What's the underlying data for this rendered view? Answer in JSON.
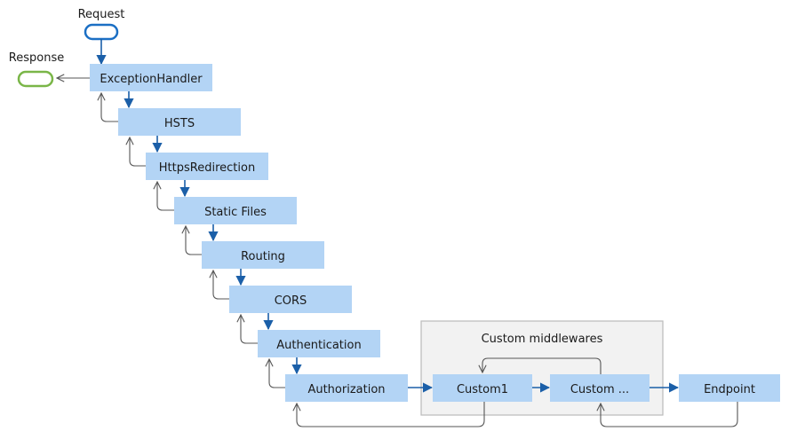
{
  "diagram": {
    "request_label": "Request",
    "response_label": "Response",
    "pipeline": [
      "ExceptionHandler",
      "HSTS",
      "HttpsRedirection",
      "Static Files",
      "Routing",
      "CORS",
      "Authentication",
      "Authorization"
    ],
    "custom_group_label": "Custom middlewares",
    "custom": [
      "Custom1",
      "Custom ..."
    ],
    "endpoint": "Endpoint"
  },
  "colors": {
    "box_fill": "#b3d4f5",
    "request_arrow": "#1b5fa8",
    "response_arrow": "#555555",
    "request_terminal": "#1b6fc4",
    "response_terminal": "#7ab648",
    "group_fill": "#f2f2f2",
    "group_border": "#bbbbbb"
  }
}
